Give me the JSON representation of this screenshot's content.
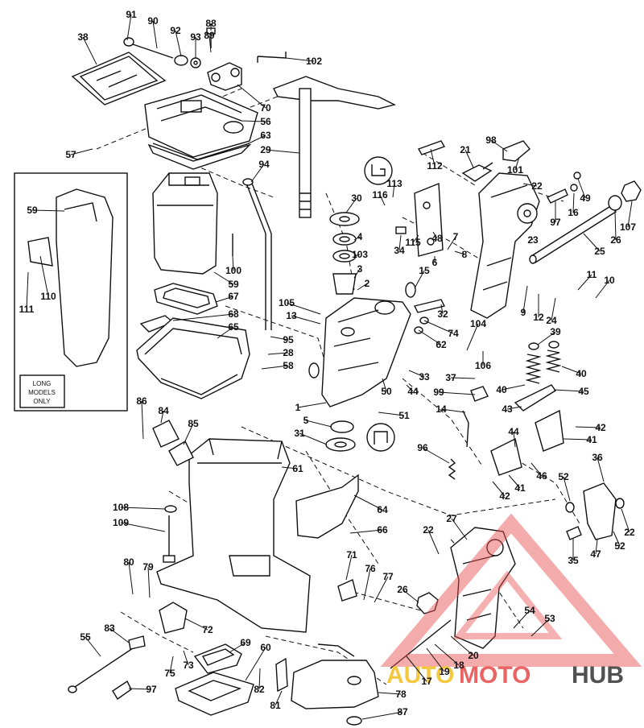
{
  "inset": {
    "label_line1": "LONG",
    "label_line2": "MODELS",
    "label_line3": "ONLY"
  },
  "watermark": {
    "text_a": "AUTO",
    "text_b": "MOTO",
    "text_c": "HUB",
    "color_a": "#f0c020",
    "color_b": "#e84a4a",
    "color_c": "#333333"
  },
  "callouts": [
    "91",
    "90",
    "88",
    "89",
    "38",
    "92",
    "93",
    "102",
    "70",
    "56",
    "63",
    "57",
    "29",
    "94",
    "112",
    "98",
    "21",
    "101",
    "22",
    "49",
    "107",
    "59",
    "30",
    "113",
    "116",
    "34",
    "115",
    "48",
    "7",
    "6",
    "8",
    "97",
    "16",
    "26",
    "4",
    "103",
    "3",
    "2",
    "15",
    "100",
    "59b",
    "67",
    "68",
    "65",
    "105",
    "13",
    "95",
    "28",
    "58",
    "111",
    "110",
    "1",
    "50",
    "33",
    "44",
    "37",
    "99",
    "14",
    "51",
    "5",
    "31",
    "104",
    "106",
    "74",
    "62",
    "32",
    "9",
    "12",
    "24",
    "11",
    "10",
    "25",
    "23",
    "39",
    "40",
    "40b",
    "45",
    "43",
    "42",
    "41",
    "44b",
    "46",
    "41b",
    "42b",
    "36",
    "52",
    "22b",
    "47",
    "52b",
    "35",
    "86",
    "84",
    "85",
    "96",
    "61",
    "108",
    "109",
    "64",
    "66",
    "27",
    "22c",
    "80",
    "79",
    "71",
    "76",
    "77",
    "26b",
    "54",
    "53",
    "72",
    "83",
    "55",
    "69",
    "60",
    "73",
    "75",
    "82",
    "81",
    "97b",
    "18",
    "19",
    "17",
    "20",
    "78",
    "87"
  ]
}
